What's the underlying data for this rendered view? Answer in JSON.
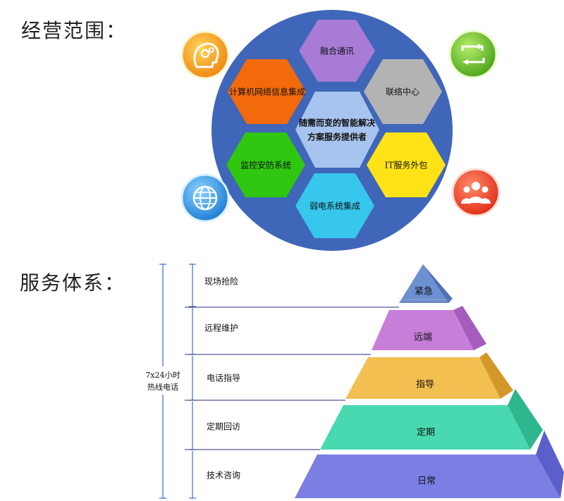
{
  "headings": {
    "business_scope": "经营范围：",
    "service_system": "服务体系："
  },
  "hexagons": {
    "center": [
      "随需而变的智能解决",
      "方案服务提供者"
    ],
    "top": "融合通讯",
    "upper_left": "计算机网络信息集成",
    "upper_right": "联络中心",
    "lower_left": "监控安防系统",
    "lower_right": "IT服务外包",
    "bottom": "弱电系统集成"
  },
  "colors": {
    "circle": "#3f66b8",
    "hex_center": "#a7c4ee",
    "hex_top": "#a77bd6",
    "hex_upper_left": "#f26a0b",
    "hex_upper_right": "#b3b3b3",
    "hex_lower_left": "#2fc70f",
    "hex_lower_right": "#ffe317",
    "hex_bottom": "#37c6ec"
  },
  "icons": [
    "gear-head-icon",
    "refresh-arrows-icon",
    "globe-icon",
    "team-people-icon"
  ],
  "pyramid": {
    "levels": [
      {
        "label": "紧急",
        "color": "#6d90d2"
      },
      {
        "label": "远端",
        "color": "#c77ed9"
      },
      {
        "label": "指导",
        "color": "#f2bf50"
      },
      {
        "label": "定期",
        "color": "#48d9b0"
      },
      {
        "label": "日常",
        "color": "#7b7fe3"
      }
    ],
    "steps": [
      "现场抢险",
      "远程维护",
      "电话指导",
      "定期回访",
      "技术咨询"
    ],
    "hotline": [
      "7x24小时",
      "热线电话"
    ]
  }
}
